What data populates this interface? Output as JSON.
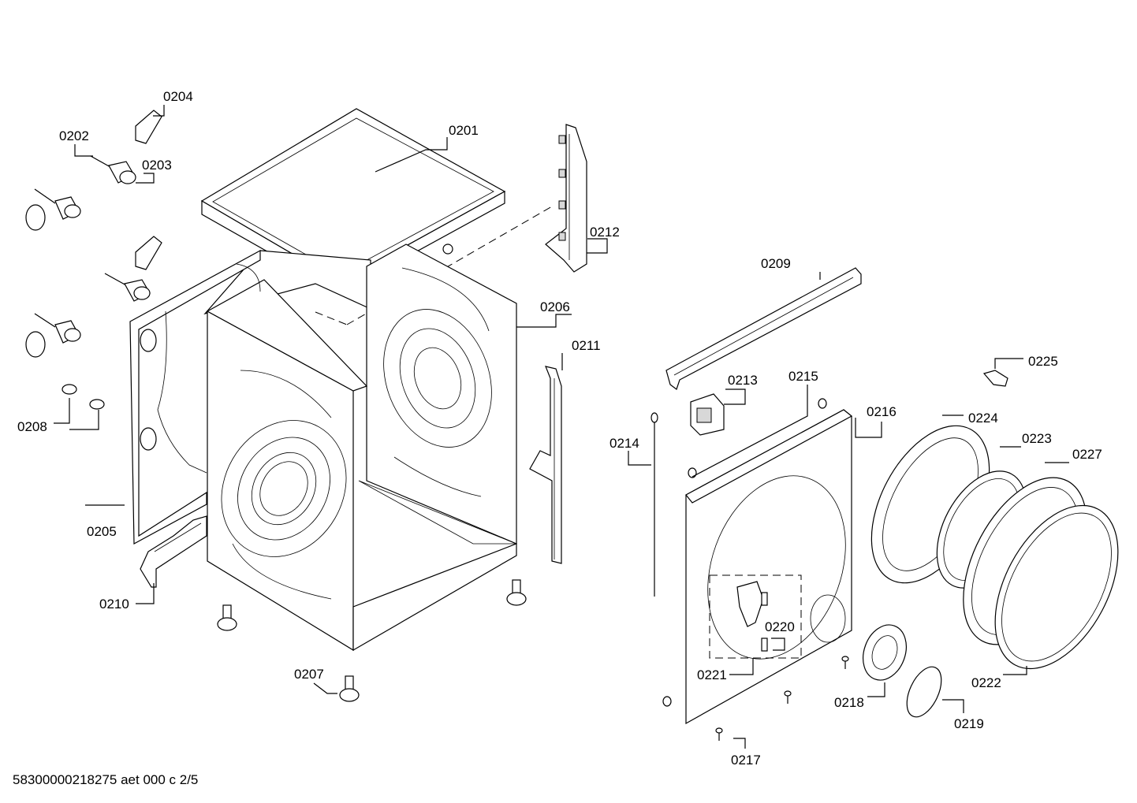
{
  "callouts": [
    {
      "id": "0201",
      "text": "0201"
    },
    {
      "id": "0202",
      "text": "0202"
    },
    {
      "id": "0203",
      "text": "0203"
    },
    {
      "id": "0204",
      "text": "0204"
    },
    {
      "id": "0205",
      "text": "0205"
    },
    {
      "id": "0206",
      "text": "0206"
    },
    {
      "id": "0207",
      "text": "0207"
    },
    {
      "id": "0208",
      "text": "0208"
    },
    {
      "id": "0209",
      "text": "0209"
    },
    {
      "id": "0210",
      "text": "0210"
    },
    {
      "id": "0211",
      "text": "0211"
    },
    {
      "id": "0212",
      "text": "0212"
    },
    {
      "id": "0213",
      "text": "0213"
    },
    {
      "id": "0214",
      "text": "0214"
    },
    {
      "id": "0215",
      "text": "0215"
    },
    {
      "id": "0216",
      "text": "0216"
    },
    {
      "id": "0217",
      "text": "0217"
    },
    {
      "id": "0218",
      "text": "0218"
    },
    {
      "id": "0219",
      "text": "0219"
    },
    {
      "id": "0220",
      "text": "0220"
    },
    {
      "id": "0221",
      "text": "0221"
    },
    {
      "id": "0222",
      "text": "0222"
    },
    {
      "id": "0223",
      "text": "0223"
    },
    {
      "id": "0224",
      "text": "0224"
    },
    {
      "id": "0225",
      "text": "0225"
    },
    {
      "id": "0227",
      "text": "0227"
    }
  ],
  "document_id": "58300000218275 aet 000 c 2/5"
}
